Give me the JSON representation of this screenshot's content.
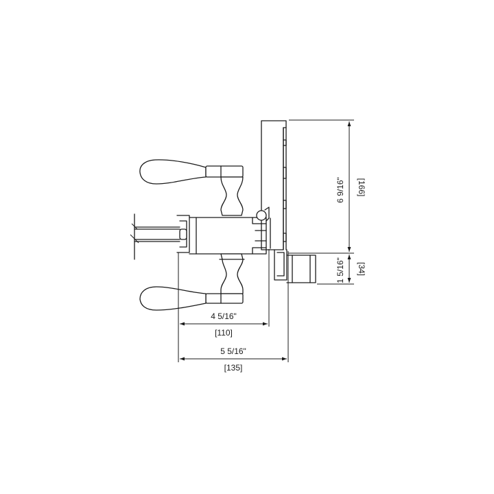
{
  "dimensions": {
    "height_upper": {
      "imperial": "6 9/16\"",
      "metric": "[166]"
    },
    "height_lower": {
      "imperial": "1 5/16\"",
      "metric": "[34]"
    },
    "width_inner": {
      "imperial": "4 5/16\"",
      "metric": "[110]"
    },
    "width_outer": {
      "imperial": "5 5/16\"",
      "metric": "[135]"
    }
  }
}
